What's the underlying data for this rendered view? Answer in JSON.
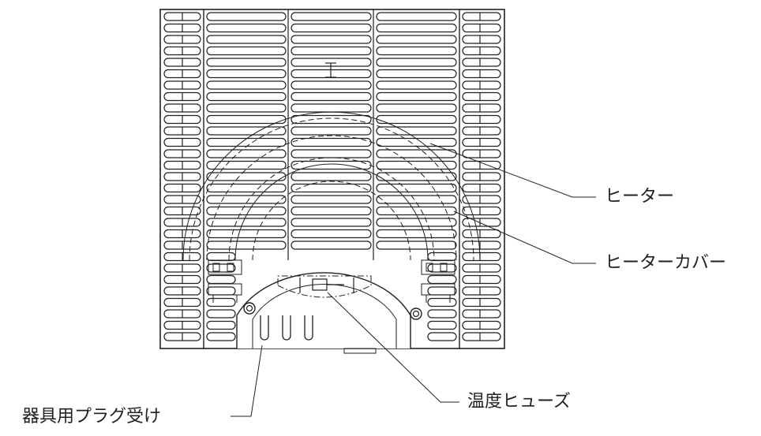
{
  "labels": {
    "heater": "ヒーター",
    "heater_cover": "ヒーターカバー",
    "thermal_fuse": "温度ヒューズ",
    "appliance_plug": "器具用プラグ受け"
  },
  "colors": {
    "ink": "#231f20",
    "background": "#ffffff"
  }
}
